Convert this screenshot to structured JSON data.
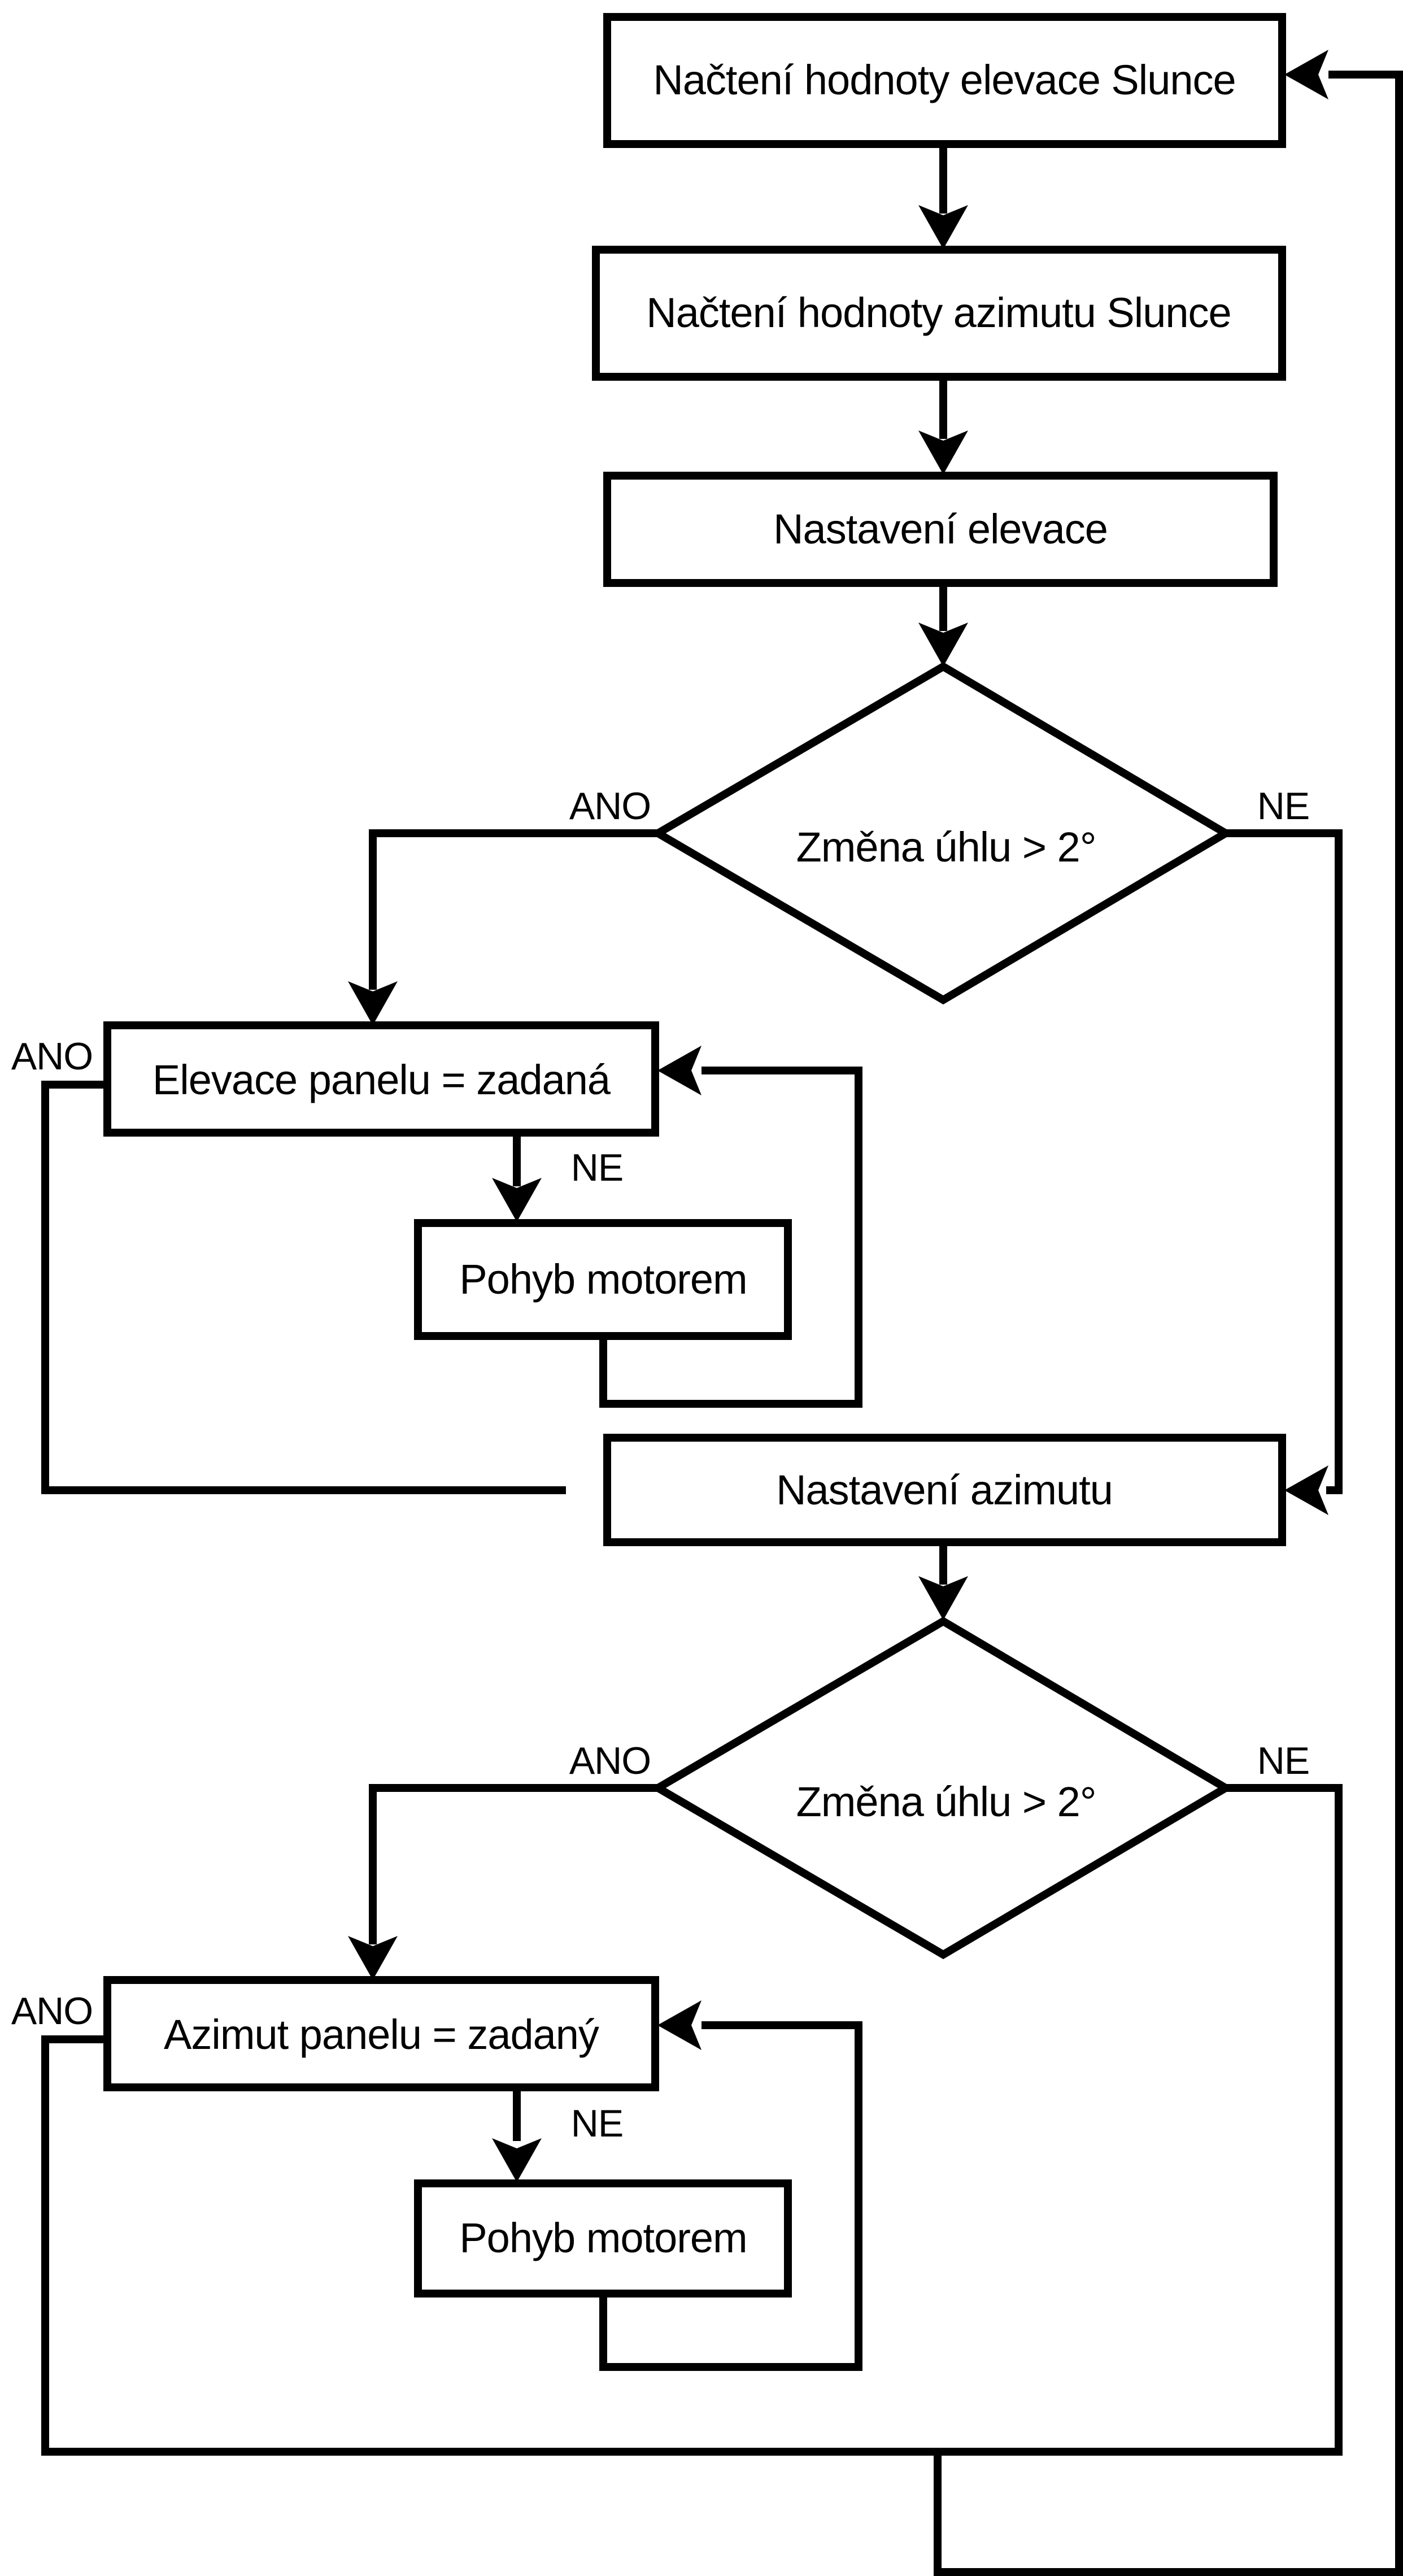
{
  "page": {
    "background": "#ffffff",
    "stroke_color": "#000000",
    "text_color": "#000000"
  },
  "flowchart": {
    "nodes": {
      "read_elevation": {
        "type": "process",
        "label": "Načtení hodnoty elevace Slunce"
      },
      "read_azimuth": {
        "type": "process",
        "label": "Načtení hodnoty azimutu Slunce"
      },
      "set_elevation": {
        "type": "process",
        "label": "Nastavení elevace"
      },
      "elevation_angle_decision": {
        "type": "decision",
        "label": "Změna úhlu > 2°"
      },
      "elevation_equals_target": {
        "type": "process",
        "label": "Elevace panelu = zadaná"
      },
      "motor_move_elevation": {
        "type": "process",
        "label": "Pohyb motorem"
      },
      "set_azimuth": {
        "type": "process",
        "label": "Nastavení azimutu"
      },
      "azimuth_angle_decision": {
        "type": "decision",
        "label": "Změna úhlu > 2°"
      },
      "azimuth_equals_target": {
        "type": "process",
        "label": "Azimut panelu = zadaný"
      },
      "motor_move_azimuth": {
        "type": "process",
        "label": "Pohyb motorem"
      }
    },
    "branch_labels": {
      "yes": "ANO",
      "no": "NE"
    }
  }
}
